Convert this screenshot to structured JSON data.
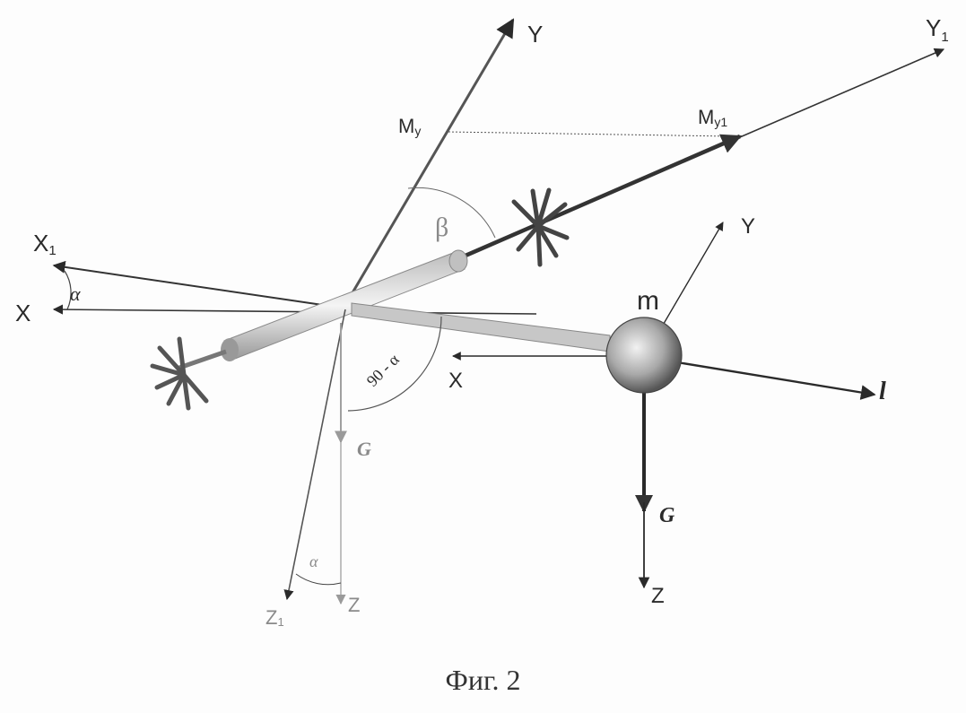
{
  "caption": "Фиг. 2",
  "labels": {
    "y_top": "Y",
    "y1_top": "Y",
    "y1_top_sub": "1",
    "my": "M",
    "my_sub": "y",
    "my1": "M",
    "my1_sub": "y1",
    "beta": "β",
    "x1": "X",
    "x1_sub": "1",
    "alpha": "α",
    "x_left": "X",
    "m": "m",
    "y_mass": "Y",
    "x_mass": "X",
    "l": "l",
    "angle_90": "90 - α",
    "g_left": "G",
    "g_right": "G",
    "z_right": "Z",
    "alpha_bottom": "α",
    "z_left": "Z",
    "z1": "Z",
    "z1_sub": "1"
  }
}
